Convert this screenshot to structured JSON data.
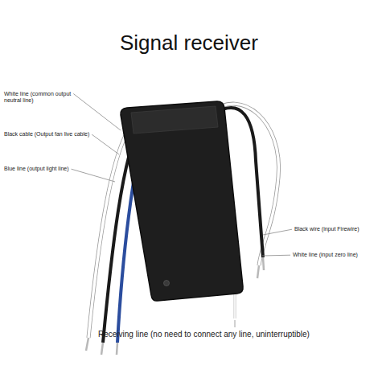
{
  "diagram": {
    "title": "Signal receiver",
    "labels": [
      "White line (common output neutral line)",
      "Black cable (Output fan live cable)",
      "Blue line (output light line)",
      "Black wire (input Firewire)",
      "White line (input zero line)",
      "Receiving line (no need to connect any line, uninterruptible)"
    ]
  }
}
